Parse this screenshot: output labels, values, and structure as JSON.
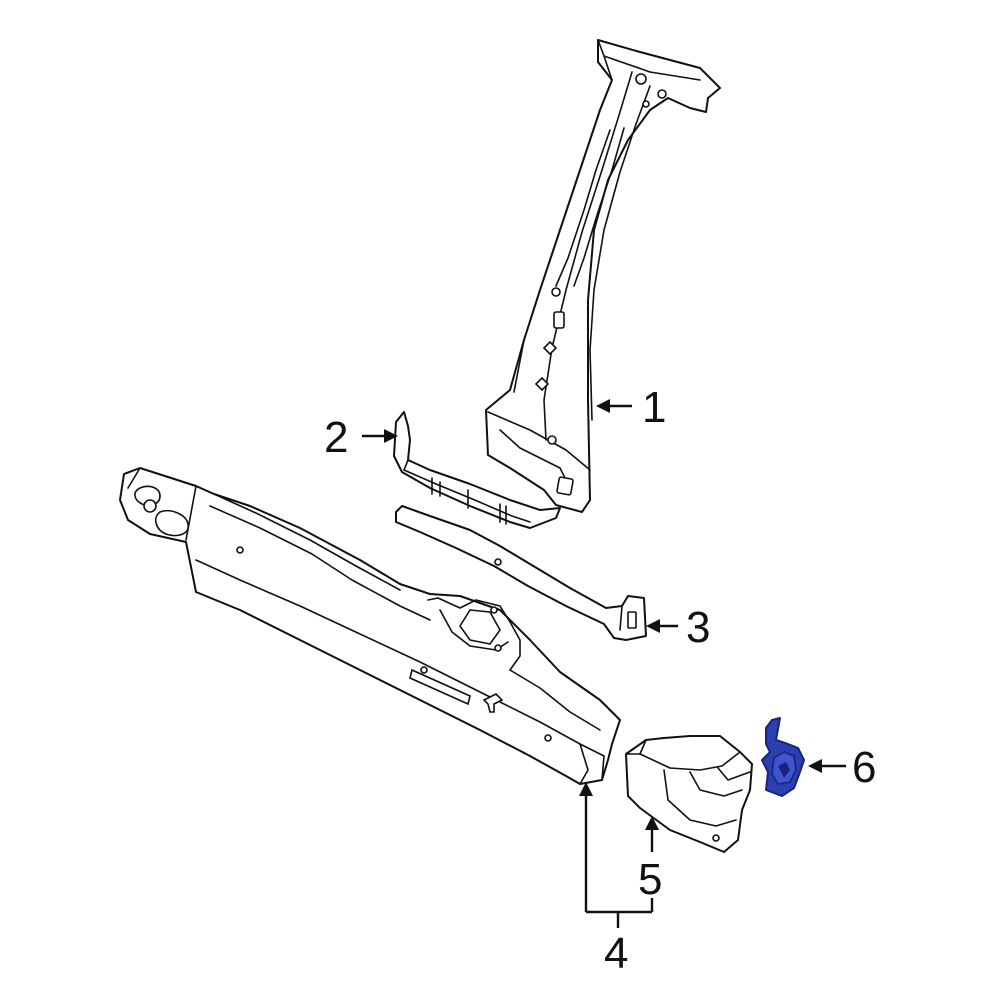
{
  "callouts": {
    "c1": "1",
    "c2": "2",
    "c3": "3",
    "c4": "4",
    "c5": "5",
    "c6": "6"
  },
  "highlight": {
    "part": "6",
    "color": "#2a3fb0",
    "stroke": "#1a237e"
  },
  "colors": {
    "line": "#111111",
    "background": "#ffffff"
  }
}
